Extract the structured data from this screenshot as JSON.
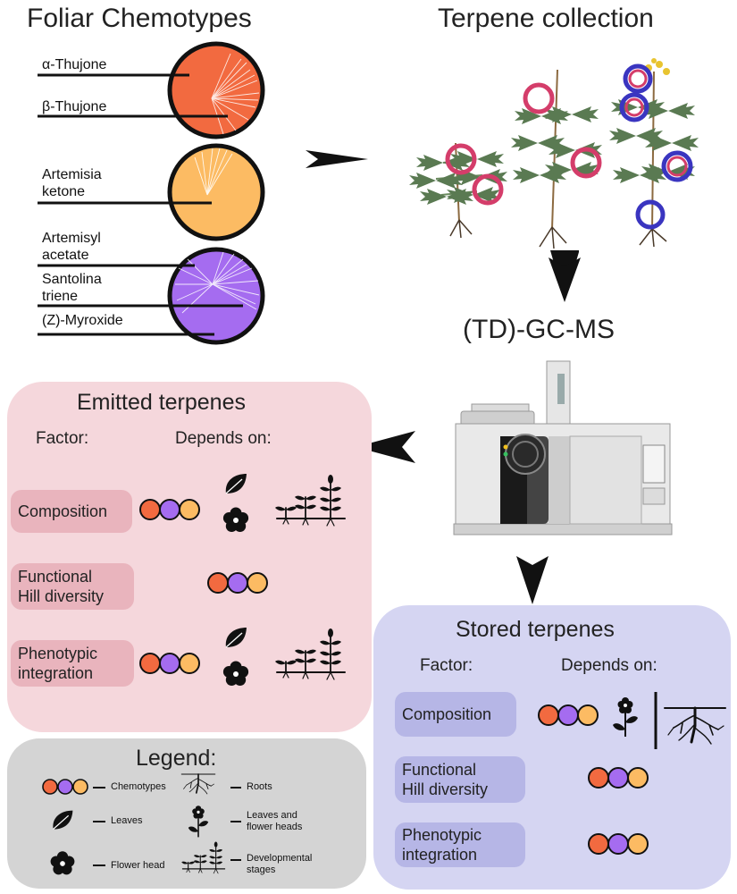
{
  "titles": {
    "foliar": "Foliar Chemotypes",
    "collection": "Terpene collection",
    "gcms": "(TD)-GC-MS"
  },
  "chemotypes": [
    {
      "labels": [
        "α-Thujone",
        "β-Thujone"
      ],
      "color": "#f26a40"
    },
    {
      "labels": [
        "Artemisia",
        "ketone"
      ],
      "color": "#fcbb63"
    },
    {
      "labels": [
        "Artemisyl",
        "acetate",
        "Santolina",
        "triene",
        "(Z)-Myroxide"
      ],
      "color": "#a56cf0"
    }
  ],
  "emitted": {
    "title": "Emitted terpenes",
    "factor_header": "Factor:",
    "depends_header": "Depends on:",
    "factors": [
      "Composition",
      "Functional",
      "Hill diversity",
      "Phenotypic",
      "integration"
    ],
    "bg": "#f5d7dc",
    "pill": "#e9b4bd"
  },
  "stored": {
    "title": "Stored terpenes",
    "factor_header": "Factor:",
    "depends_header": "Depends on:",
    "factors": [
      "Composition",
      "Functional",
      "Hill diversity",
      "Phenotypic",
      "integration"
    ],
    "bg": "#d5d5f2",
    "pill": "#b6b6e6"
  },
  "legend": {
    "title": "Legend:",
    "items": [
      "Chemotypes",
      "Roots",
      "Leaves",
      "Leaves and",
      "flower heads",
      "Flower head",
      "Developmental",
      "stages"
    ],
    "bg": "#d4d4d4"
  },
  "colors": {
    "orange": "#f26a40",
    "purple": "#a56cf0",
    "yellow": "#fcbb63",
    "pink_ring": "#d43d6a",
    "blue_ring": "#3a35c0"
  }
}
